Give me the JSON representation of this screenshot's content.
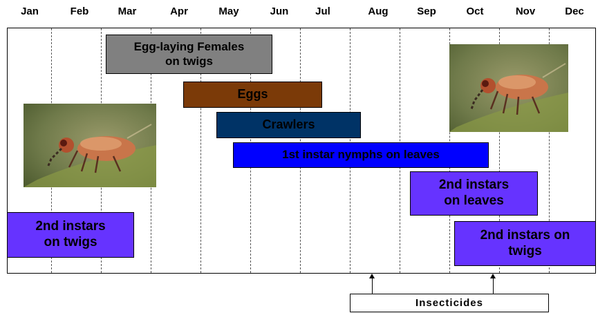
{
  "months": [
    "Jan",
    "Feb",
    "Mar",
    "Apr",
    "May",
    "Jun",
    "Jul",
    "Aug",
    "Sep",
    "Oct",
    "Nov",
    "Dec"
  ],
  "stages": {
    "egg_laying_females": {
      "line1": "Egg-laying Females",
      "line2": "on twigs",
      "color": "#808080"
    },
    "eggs": {
      "label": "Eggs",
      "color": "#7b3a08"
    },
    "crawlers": {
      "label": "Crawlers",
      "color": "#003366"
    },
    "first_instar": {
      "label": "1st instar nymphs on leaves",
      "color": "#0000ff"
    },
    "second_instars_leaves": {
      "line1": "2nd instars",
      "line2": "on leaves",
      "color": "#6633ff"
    },
    "second_instars_twigs_left": {
      "line1": "2nd instars",
      "line2": "on twigs",
      "color": "#6633ff"
    },
    "second_instars_twigs_right": {
      "line1": "2nd instars on",
      "line2": "twigs",
      "color": "#6633ff"
    }
  },
  "insecticides_label": "Insecticides"
}
